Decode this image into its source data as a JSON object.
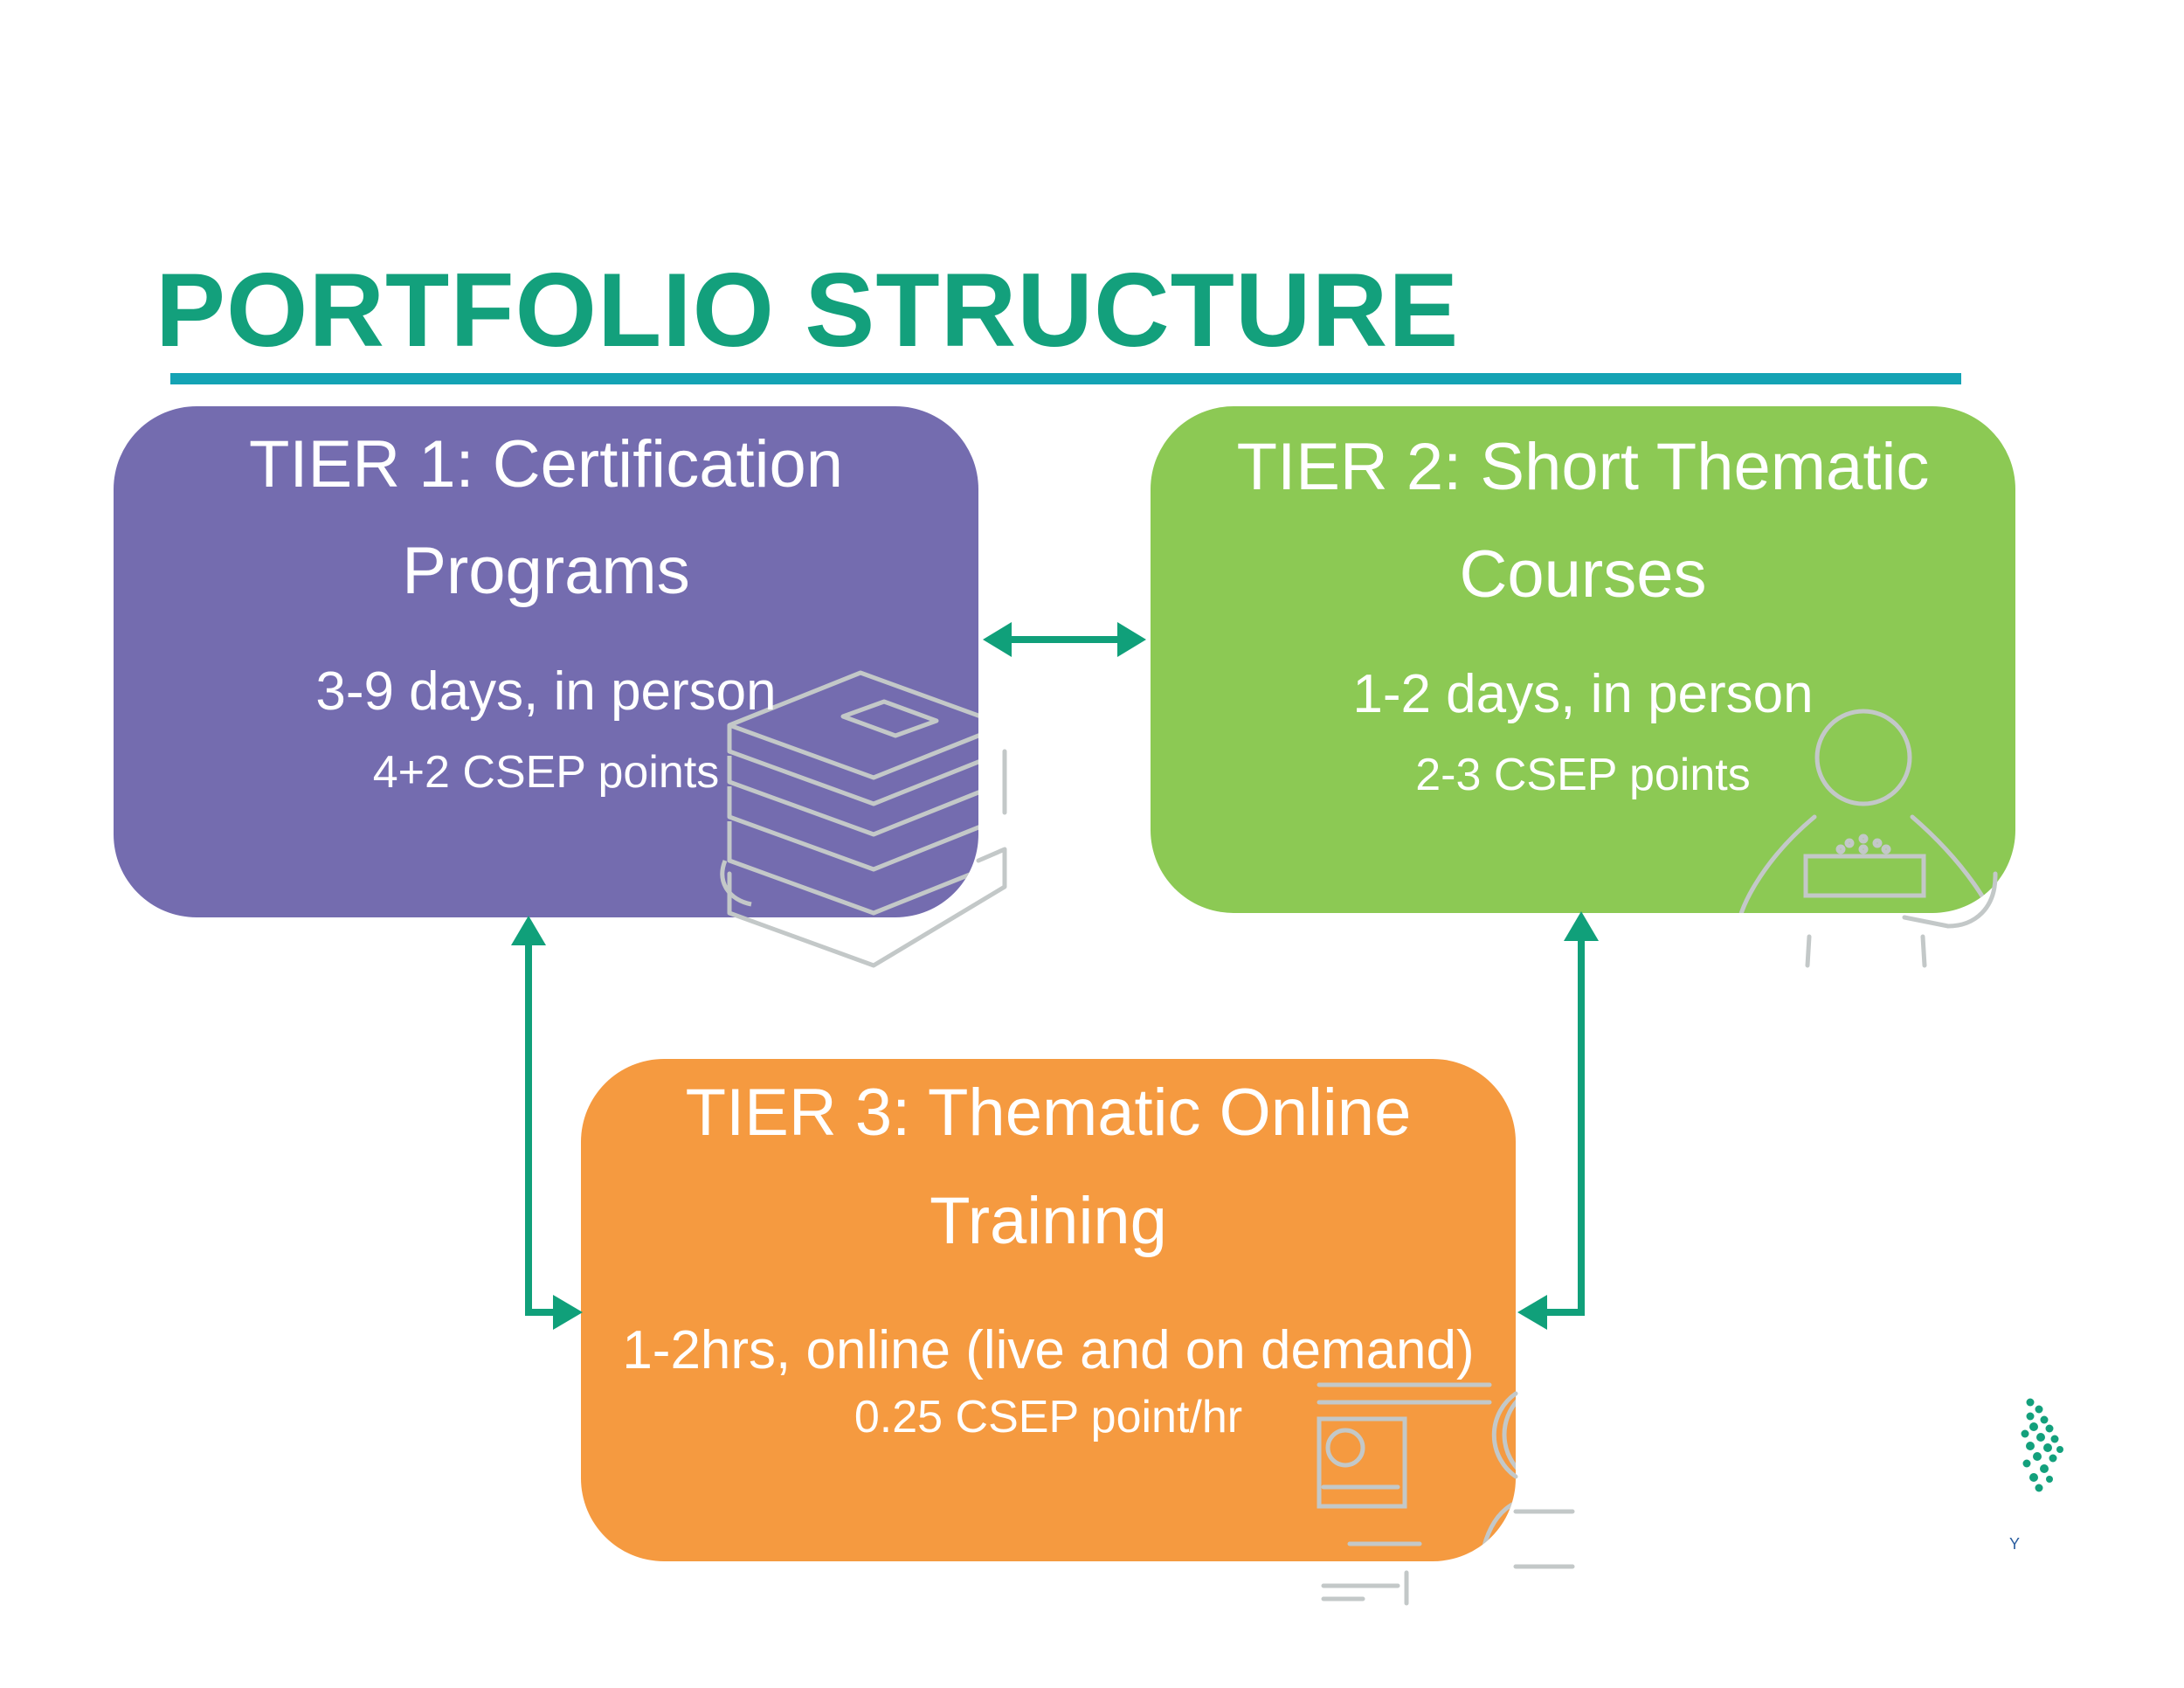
{
  "page": {
    "title": "PORTFOLIO STRUCTURE",
    "footer_letter": "Y"
  },
  "colors": {
    "title": "#13a07c",
    "rule": "#14a3b4",
    "arrow": "#10a07a",
    "tier1": "#746caf",
    "tier2": "#8cc954",
    "tier3": "#f59a40",
    "icon_stroke": "#c3c8c8",
    "logo_dots": "#13a07c",
    "footer_text": "#2a5d9f"
  },
  "tiers": [
    {
      "title_line1": "TIER 1: Certification",
      "title_line2": "Programs",
      "duration": "3-9 days, in person",
      "points": "4+2 CSEP points",
      "icon": "books-icon"
    },
    {
      "title_line1": "TIER 2: Short Thematic",
      "title_line2": "Courses",
      "duration": "1-2 days, in person",
      "points": "2-3 CSEP points",
      "icon": "person-reading-icon"
    },
    {
      "title_line1": "TIER 3: Thematic Online",
      "title_line2": "Training",
      "duration": "1-2hrs, online (live and on demand)",
      "points": "0.25 CSEP point/hr",
      "icon": "online-presenter-icon"
    }
  ],
  "connections": [
    {
      "from": "tier1",
      "to": "tier2",
      "direction": "both"
    },
    {
      "from": "tier1",
      "to": "tier3",
      "direction": "both"
    },
    {
      "from": "tier2",
      "to": "tier3",
      "direction": "both"
    }
  ],
  "logo": "dotted-logo-icon"
}
